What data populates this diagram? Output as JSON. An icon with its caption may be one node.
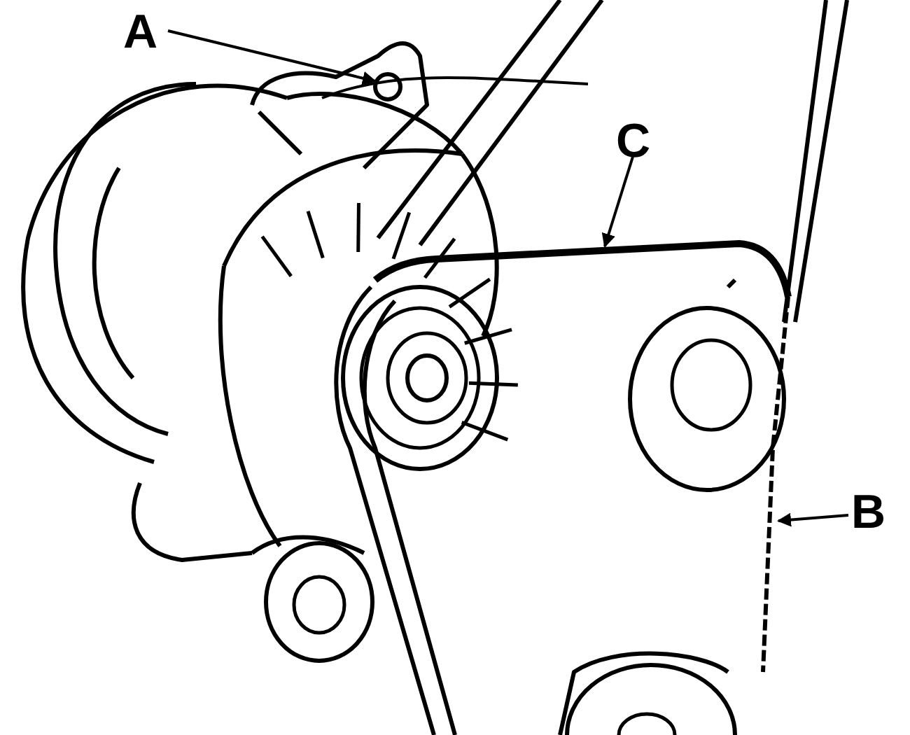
{
  "diagram": {
    "nodes": [
      {
        "text": [
          "A"
        ]
      },
      {
        "text": [],
        "shape": "circle"
      },
      {
        "text": [
          "C"
        ]
      },
      {
        "text": [],
        "shape": "bar"
      },
      {
        "text": [
          "B"
        ]
      },
      {
        "text": [],
        "shape": "bar"
      }
    ],
    "edges": [
      {
        "from": 0,
        "to": 1,
        "arrow": "to"
      },
      {
        "from": 2,
        "to": 3,
        "arrow": "to"
      },
      {
        "from": 4,
        "to": 5,
        "arrow": "to"
      }
    ]
  }
}
